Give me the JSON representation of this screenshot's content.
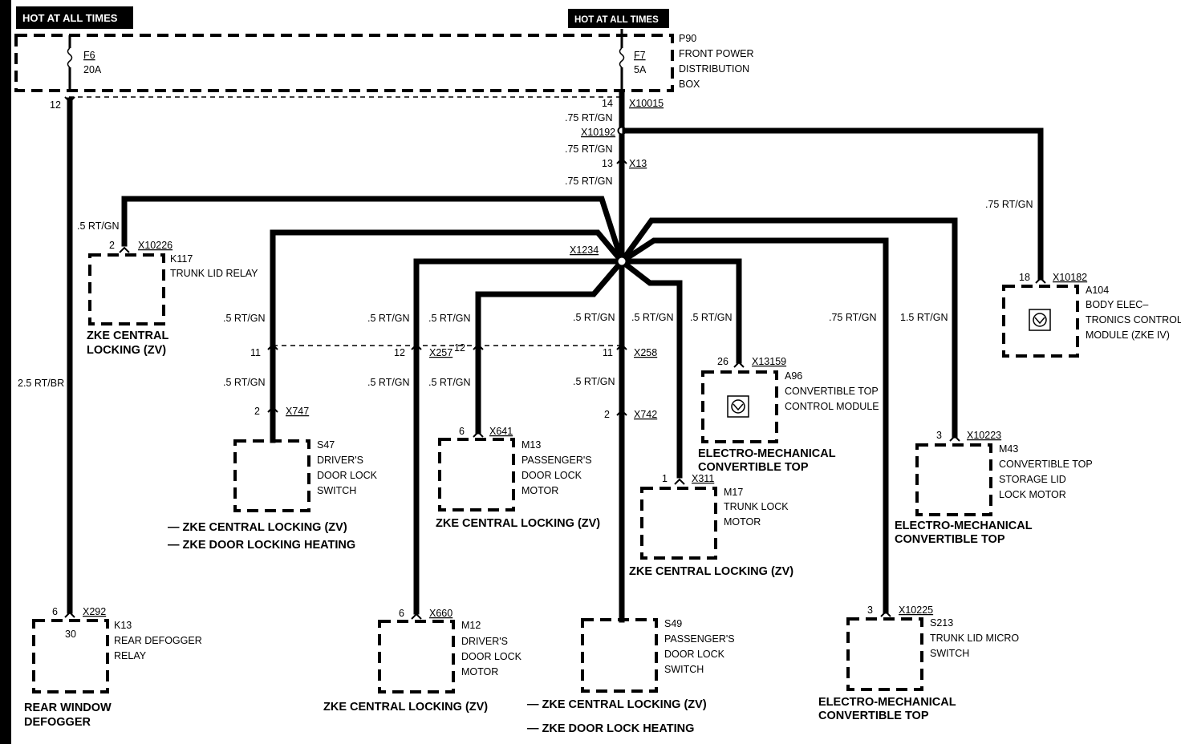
{
  "hot_labels": [
    "HOT AT ALL TIMES",
    "HOT AT ALL TIMES"
  ],
  "fuse_box": {
    "id": "P90",
    "name_lines": [
      "FRONT POWER",
      "DISTRIBUTION",
      "BOX"
    ],
    "fuses": [
      {
        "id": "F6",
        "rating": "20A"
      },
      {
        "id": "F7",
        "rating": "5A"
      }
    ]
  },
  "wire_labels": {
    "pin12_left": "12",
    "rear_main": "2.5 RT/BR",
    "pin14": "14",
    "x10015": "X10015",
    "w075a": ".75 RT/GN",
    "x10192": "X10192",
    "w075b": ".75 RT/GN",
    "pin13": "13",
    "x13": "X13",
    "w075c": ".75 RT/GN",
    "x1234": "X1234",
    "k117_wire": ".5 RT/GN",
    "a104_wire": ".75 RT/GN",
    "s47_top": ".5 RT/GN",
    "m12_top": ".5 RT/GN",
    "m13_top": ".5 RT/GN",
    "s49_top": ".5 RT/GN",
    "m17_top": ".5 RT/GN",
    "a96_top": ".5 RT/GN",
    "s213_top": ".75 RT/GN",
    "m43_top": "1.5 RT/GN",
    "s47_bot": ".5 RT/GN",
    "m12_bot": ".5 RT/GN",
    "m13_bot": ".5 RT/GN",
    "s49_bot": ".5 RT/GN",
    "pin11_a": "11",
    "pin12_a": "12",
    "x257": "X257",
    "pin12_b": "12",
    "pin11_b": "11",
    "x258": "X258",
    "pin2_s47": "2",
    "x747": "X747",
    "pin2_s49": "2",
    "x742": "X742"
  },
  "components": {
    "k117": {
      "pin": "2",
      "conn": "X10226",
      "id": "K117",
      "lines": [
        "TRUNK LID RELAY"
      ],
      "caption": [
        "ZKE CENTRAL",
        "LOCKING (ZV)"
      ]
    },
    "a104": {
      "pin": "18",
      "conn": "X10182",
      "id": "A104",
      "lines": [
        "BODY ELEC–",
        "TRONICS CONTROL",
        "MODULE (ZKE IV)"
      ]
    },
    "a96": {
      "pin": "26",
      "conn": "X13159",
      "id": "A96",
      "lines": [
        "CONVERTIBLE TOP",
        "CONTROL MODULE"
      ],
      "caption": [
        "ELECTRO-MECHANICAL",
        "CONVERTIBLE TOP"
      ]
    },
    "m43": {
      "pin": "3",
      "conn": "X10223",
      "id": "M43",
      "lines": [
        "CONVERTIBLE TOP",
        "STORAGE LID",
        "LOCK MOTOR"
      ],
      "caption": [
        "ELECTRO-MECHANICAL",
        "CONVERTIBLE TOP"
      ]
    },
    "s47": {
      "id": "S47",
      "lines": [
        "DRIVER'S",
        "DOOR LOCK",
        "SWITCH"
      ],
      "caption": [
        "— ZKE CENTRAL LOCKING (ZV)",
        "— ZKE DOOR LOCKING HEATING"
      ]
    },
    "m13": {
      "pin": "6",
      "conn": "X641",
      "id": "M13",
      "lines": [
        "PASSENGER'S",
        "DOOR LOCK",
        "MOTOR"
      ],
      "caption": [
        "ZKE CENTRAL LOCKING (ZV)"
      ]
    },
    "m17": {
      "pin": "1",
      "conn": "X311",
      "id": "M17",
      "lines": [
        "TRUNK LOCK",
        "MOTOR"
      ],
      "caption": [
        "ZKE CENTRAL LOCKING (ZV)"
      ]
    },
    "k13": {
      "pin": "6",
      "conn": "X292",
      "pin_inner": "30",
      "id": "K13",
      "lines": [
        "REAR DEFOGGER",
        "RELAY"
      ],
      "caption": [
        "REAR WINDOW",
        "DEFOGGER"
      ]
    },
    "m12": {
      "pin": "6",
      "conn": "X660",
      "id": "M12",
      "lines": [
        "DRIVER'S",
        "DOOR LOCK",
        "MOTOR"
      ],
      "caption": [
        "ZKE CENTRAL LOCKING (ZV)"
      ]
    },
    "s49": {
      "id": "S49",
      "lines": [
        "PASSENGER'S",
        "DOOR LOCK",
        "SWITCH"
      ],
      "caption": [
        "— ZKE CENTRAL LOCKING (ZV)",
        "— ZKE DOOR LOCK HEATING"
      ]
    },
    "s213": {
      "pin": "3",
      "conn": "X10225",
      "id": "S213",
      "lines": [
        "TRUNK LID MICRO",
        "SWITCH"
      ],
      "caption": [
        "ELECTRO-MECHANICAL",
        "CONVERTIBLE TOP"
      ]
    }
  }
}
